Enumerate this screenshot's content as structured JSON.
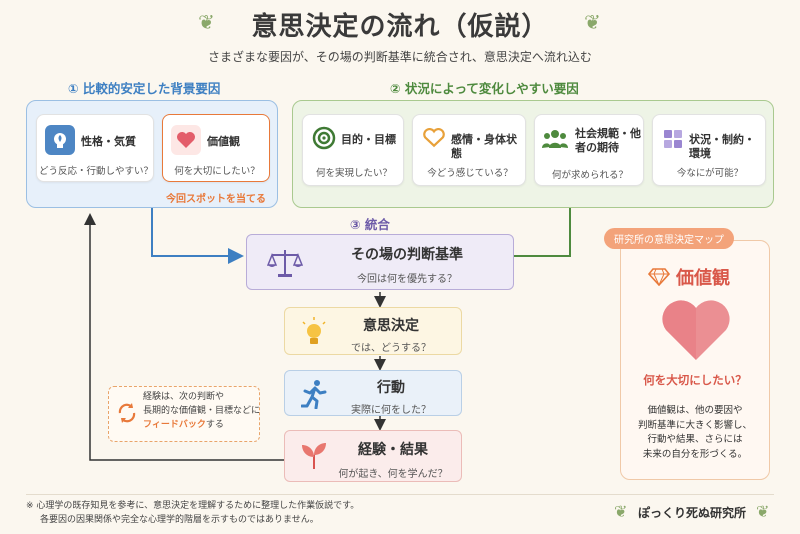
{
  "header": {
    "title": "意思決定の流れ（仮説）",
    "subtitle": "さまざまな要因が、その場の判断基準に統合され、意思決定へ流れ込む"
  },
  "section1": {
    "label": "① 比較的安定した背景要因",
    "cards": [
      {
        "title": "性格・気質",
        "sub": "どう反応・行動しやすい？",
        "icon": "head-leaf-icon"
      },
      {
        "title": "価値観",
        "sub": "何を大切にしたい？",
        "icon": "heart-icon"
      }
    ],
    "spot_label": "今回スポットを当てる"
  },
  "section2": {
    "label": "② 状況によって変化しやすい要因",
    "cards": [
      {
        "title": "目的・目標",
        "sub": "何を実現したい？",
        "icon": "target-icon"
      },
      {
        "title": "感情・身体状態",
        "sub": "今どう感じている？",
        "icon": "heart-outline-icon"
      },
      {
        "title": "社会規範・他者の期待",
        "sub": "何が求められる？",
        "icon": "people-icon"
      },
      {
        "title": "状況・制約・環境",
        "sub": "今なにが可能？",
        "icon": "grid-icon"
      }
    ]
  },
  "section3": {
    "label": "③ 統合"
  },
  "flow": [
    {
      "title": "その場の判断基準",
      "sub": "今回は何を優先する？",
      "icon": "scale-icon"
    },
    {
      "title": "意思決定",
      "sub": "では、どうする？",
      "icon": "bulb-icon"
    },
    {
      "title": "行動",
      "sub": "実際に何をした？",
      "icon": "runner-icon"
    },
    {
      "title": "経験・結果",
      "sub": "何が起き、何を学んだ？",
      "icon": "sprout-icon"
    }
  ],
  "feedback": {
    "line1": "経験は、次の判断や",
    "line2": "長期的な価値観・目標などに",
    "highlight": "フィードバック",
    "tail": "する"
  },
  "sidebar": {
    "badge": "研究所の意思決定マップ",
    "title": "価値観",
    "question": "何を大切にしたい？",
    "desc1": "価値観は、他の要因や",
    "desc2": "判断基準に大きく影響し、",
    "desc3": "行動や結果、さらには",
    "desc4": "未来の自分を形づくる。"
  },
  "footer": {
    "note1": "※ 心理学の既存知見を参考に、意思決定を理解するために整理した作業仮説です。",
    "note2": "各要因の因果関係や完全な心理学的階層を示すものではありません。",
    "brand": "ぽっくり死ぬ研究所"
  },
  "colors": {
    "blue": "#3d7fc2",
    "green": "#4e8a3e",
    "purple": "#6d5ba8",
    "orange": "#e8793a",
    "accent_red": "#d9534f"
  }
}
